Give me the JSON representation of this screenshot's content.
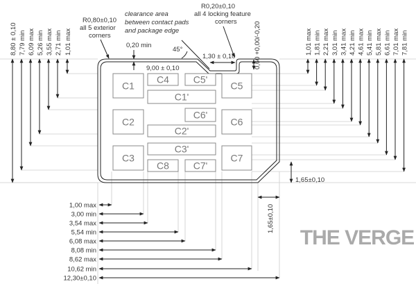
{
  "top_annotations": {
    "exterior_radius": "R0,80±0,10",
    "exterior_radius_note_1": "all 5 exterior",
    "exterior_radius_note_2": "corners",
    "clearance_1": "clearance area",
    "clearance_2": "between contact pads",
    "clearance_3": "and package edge",
    "locking_radius": "R0,20±0,10",
    "locking_note_1": "all 4 locking feature",
    "locking_note_2": "corners",
    "min_gap": "0,20 min",
    "angle": "45°",
    "notch_width": "1,30 ± 0,10",
    "notch_depth": "0,60 +0,00/-0,20",
    "inner_width": "9,00 ± 0,10"
  },
  "left_dimensions": [
    "8,80 ± 0,10",
    "7,79 min",
    "6,09 max",
    "5,26 min",
    "3,55 max",
    "2,71 min",
    "1,01 max"
  ],
  "right_dimensions": [
    "1,01 max",
    "1,81 min",
    "2,21 max",
    "3,01 min",
    "3,41 max",
    "4,21 min",
    "4,61 max",
    "5,41 min",
    "5,81 max",
    "6,61 min",
    "7,01 max",
    "7,81 min"
  ],
  "bottom_dimensions": [
    "1,00 max",
    "3,00 min",
    "3,54 max",
    "5,54 min",
    "6,08 max",
    "8,08 min",
    "8,62 max",
    "10,62 min",
    "12,30±0,10"
  ],
  "chamfer_vertical": "1,65±0,10",
  "chamfer_horizontal": "1,65±0,10",
  "pads": [
    "C1",
    "C4",
    "C5'",
    "C5",
    "C1'",
    "C2",
    "C6'",
    "C6",
    "C2'",
    "C3",
    "C3'",
    "C8",
    "C7'",
    "C7"
  ],
  "watermark": "THE VERGE"
}
